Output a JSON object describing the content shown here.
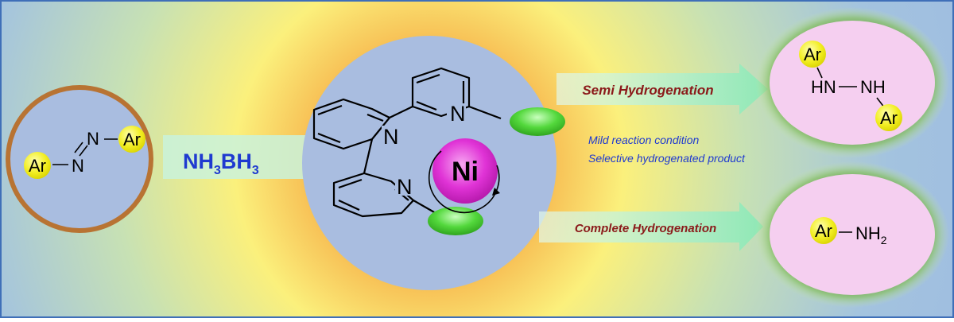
{
  "reagent": {
    "nh": "NH",
    "sub3a": "3",
    "bh": "BH",
    "sub3b": "3"
  },
  "azo": {
    "ar_left": "Ar",
    "ar_right": "Ar",
    "n_top": "N",
    "n_bottom": "N"
  },
  "catalyst": {
    "metal": "Ni",
    "n_top": "N",
    "n_middle": "N",
    "n_bottom": "N"
  },
  "arrows": {
    "semi": "Semi Hydrogenation",
    "complete": "Complete Hydrogenation"
  },
  "notes": {
    "line1": "Mild reaction condition",
    "line2": "Selective hydrogenated product"
  },
  "product_semi": {
    "ar_top": "Ar",
    "hn": "HN",
    "nh": "NH",
    "ar_bottom": "Ar"
  },
  "product_complete": {
    "ar": "Ar",
    "nh": "NH",
    "sub2": "2"
  },
  "colors": {
    "border": "#3f6fb8",
    "circle": "#a9bde0",
    "substrate_ring": "#b87333",
    "product_fill": "#f5cff0",
    "product_glow": "#5e9a3e",
    "ar_yellow": "#f2ee22",
    "ni_magenta": "#e033d6",
    "ligand_green": "#53d83c",
    "arrow_mint": "#c9f2dc",
    "semi_text": "#8b1a1a",
    "note_text": "#1f3ad0",
    "reagent_text": "#1f3ad0"
  }
}
